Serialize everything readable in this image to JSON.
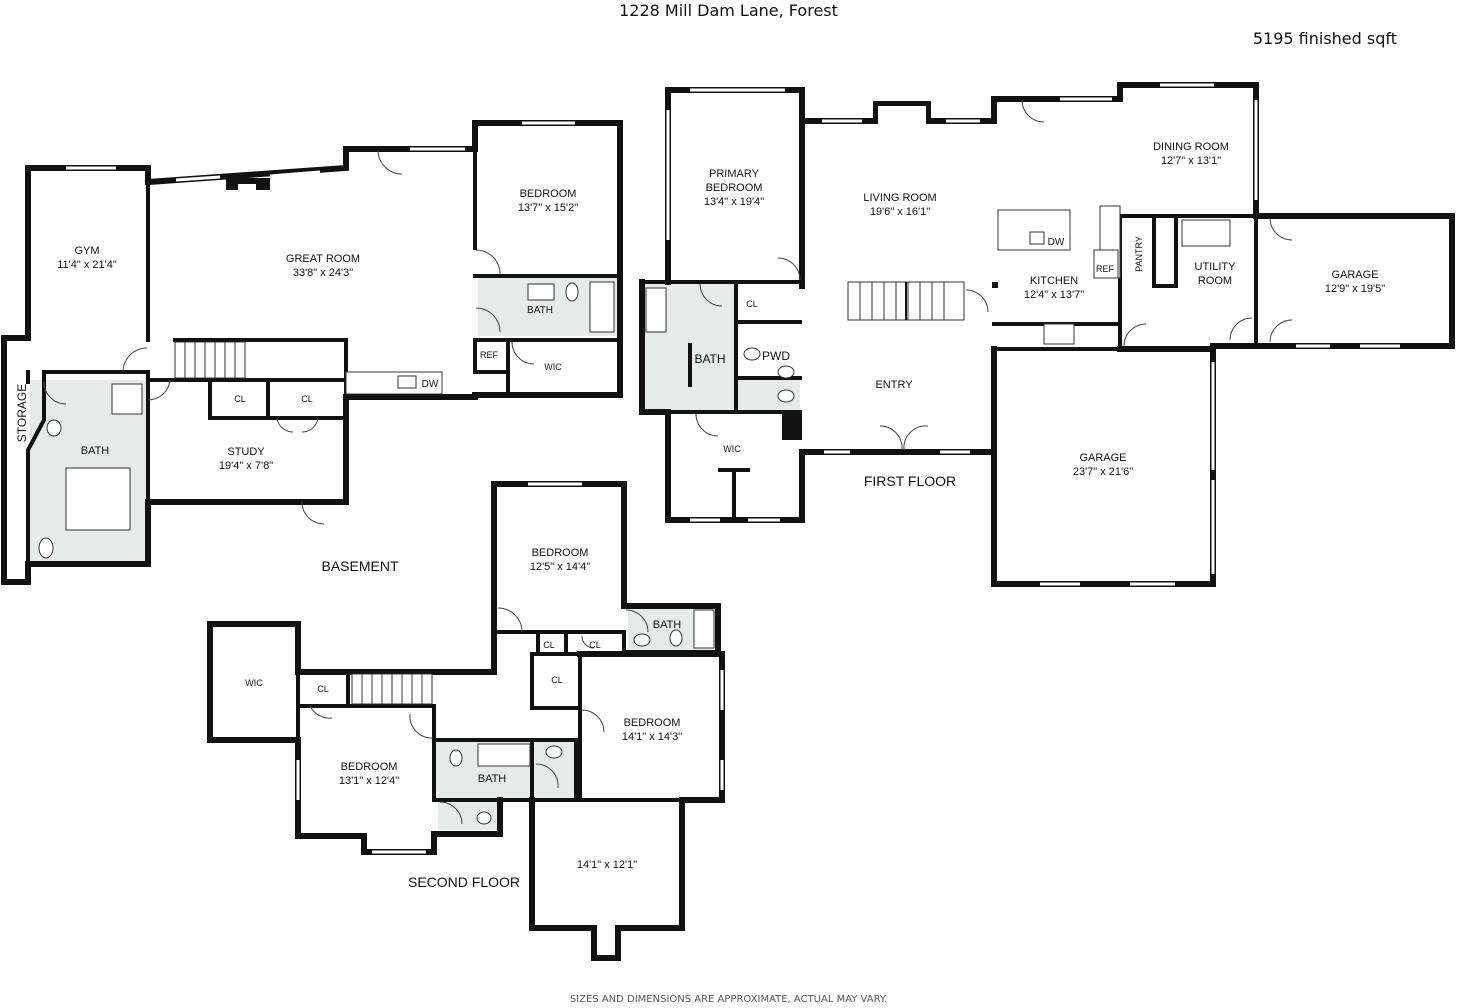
{
  "header": {
    "address": "1228 Mill Dam Lane, Forest",
    "finished_sqft": "5195 finished sqft",
    "disclaimer": "SIZES AND DIMENSIONS ARE APPROXIMATE, ACTUAL MAY VARY."
  },
  "floors": {
    "basement": "BASEMENT",
    "first": "FIRST FLOOR",
    "second": "SECOND FLOOR"
  },
  "rooms": {
    "gym": {
      "name": "GYM",
      "size": "11'4\" x 21'4\""
    },
    "great_room": {
      "name": "GREAT ROOM",
      "size": "33'8\" x 24'3\""
    },
    "basement_bedroom": {
      "name": "BEDROOM",
      "size": "13'7\" x 15'2\""
    },
    "basement_bath_small": "BATH",
    "basement_ref": "REF",
    "basement_wic": "WIC",
    "basement_dw": "DW",
    "storage": "STORAGE",
    "basement_bath": "BATH",
    "closet_a": "CL",
    "closet_b": "CL",
    "study": {
      "name": "STUDY",
      "size": "19'4\" x 7'8\""
    },
    "primary_bedroom": {
      "name": "PRIMARY\nBEDROOM",
      "name_line1": "PRIMARY",
      "name_line2": "BEDROOM",
      "size": "13'4\" x 19'4\""
    },
    "primary_bath": "BATH",
    "primary_closet": "CL",
    "pwd": "PWD",
    "primary_wic": "WIC",
    "living_room": {
      "name": "LIVING ROOM",
      "size": "19'6\" x 16'1\""
    },
    "dining_room": {
      "name": "DINING ROOM",
      "size": "12'7\" x 13'1\""
    },
    "kitchen": {
      "name": "KITCHEN",
      "size": "12'4\" x 13'7\""
    },
    "kitchen_dw": "DW",
    "kitchen_ref": "REF",
    "pantry": "PANTRY",
    "utility": {
      "name_line1": "UTILITY",
      "name_line2": "ROOM"
    },
    "garage_small": {
      "name": "GARAGE",
      "size": "12'9\" x 19'5\""
    },
    "entry": "ENTRY",
    "garage_large": {
      "name": "GARAGE",
      "size": "23'7\" x 21'6\""
    },
    "upper_bedroom_1": {
      "name": "BEDROOM",
      "size": "12'5\" x 14'4\""
    },
    "upper_bath_1": "BATH",
    "upper_cl_1": "CL",
    "upper_cl_2": "CL",
    "upper_cl_3": "CL",
    "upper_wic": "WIC",
    "upper_cl_4": "CL",
    "upper_bedroom_2": {
      "name": "BEDROOM",
      "size": "13'1\" x 12'4\""
    },
    "upper_bath_2": "BATH",
    "upper_bedroom_3": {
      "name": "BEDROOM",
      "size": "14'1\" x 14'3\""
    },
    "bonus": {
      "size": "14'1\" x 12'1\""
    }
  }
}
